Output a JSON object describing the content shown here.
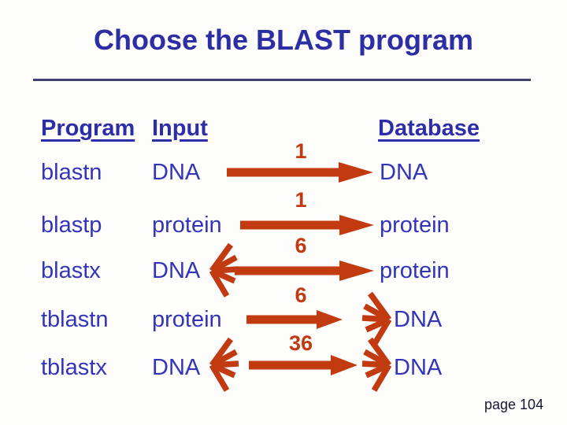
{
  "title": "Choose the BLAST program",
  "page_label": "page 104",
  "colors": {
    "text_blue": "#3434b8",
    "heading_blue": "#2d2da6",
    "arrow_red": "#c23a10"
  },
  "table": {
    "headers": {
      "program": "Program",
      "input": "Input",
      "database": "Database"
    },
    "rows": [
      {
        "program": "blastn",
        "input": "DNA",
        "frames": "1",
        "database": "DNA",
        "input_translated": false,
        "database_translated": false
      },
      {
        "program": "blastp",
        "input": "protein",
        "frames": "1",
        "database": "protein",
        "input_translated": false,
        "database_translated": false
      },
      {
        "program": "blastx",
        "input": "DNA",
        "frames": "6",
        "database": "protein",
        "input_translated": true,
        "database_translated": false
      },
      {
        "program": "tblastn",
        "input": "protein",
        "frames": "6",
        "database": "DNA",
        "input_translated": false,
        "database_translated": true
      },
      {
        "program": "tblastx",
        "input": "DNA",
        "frames": "36",
        "database": "DNA",
        "input_translated": true,
        "database_translated": true
      }
    ]
  }
}
